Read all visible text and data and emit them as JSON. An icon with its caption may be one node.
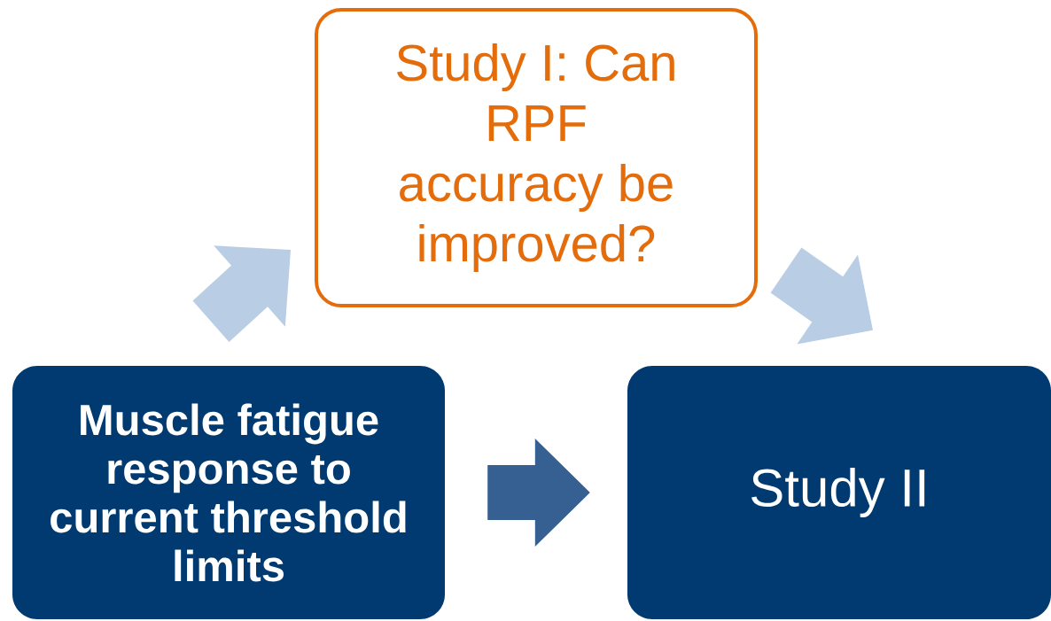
{
  "diagram": {
    "nodes": [
      {
        "text": [
          "Muscle fatigue response to current threshold limits"
        ]
      },
      {
        "text": [
          "Study I: Can RPF accuracy be improved?"
        ]
      },
      {
        "text": [
          "Study II"
        ]
      }
    ],
    "edges": [
      {
        "from": 0,
        "to": 1,
        "arrow": "to"
      },
      {
        "from": 1,
        "to": 2,
        "arrow": "to"
      },
      {
        "from": 0,
        "to": 2,
        "arrow": "to",
        "color": "#376092"
      }
    ]
  }
}
